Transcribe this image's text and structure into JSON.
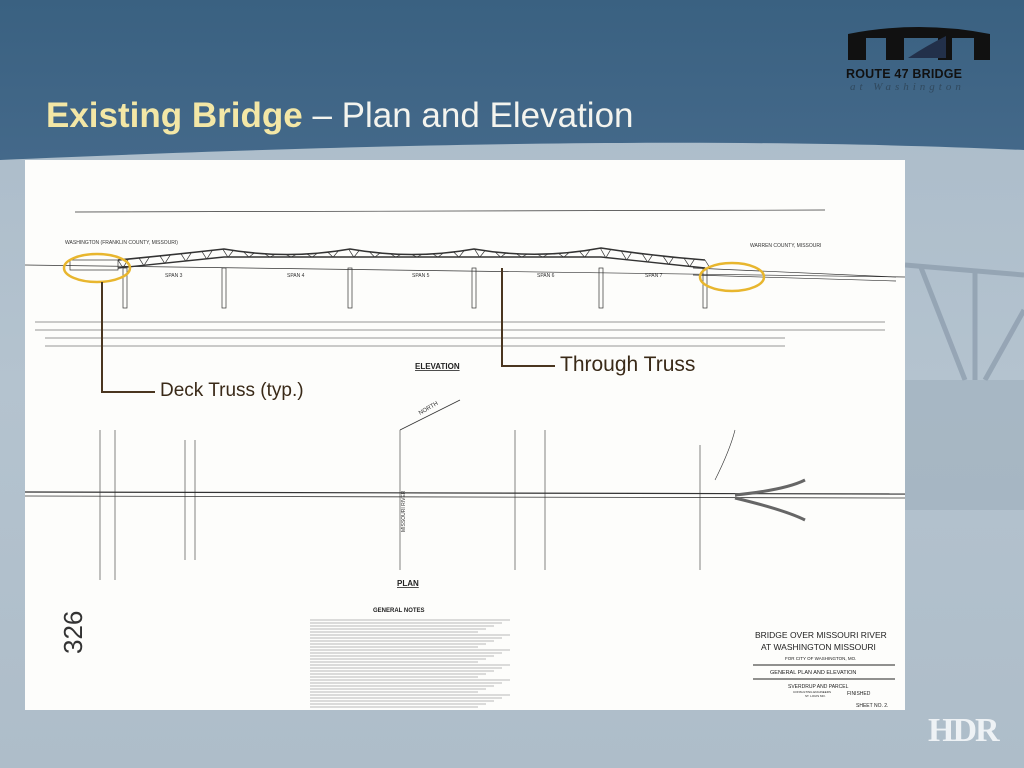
{
  "slide": {
    "title_bold": "Existing Bridge",
    "title_rest": " – Plan and Elevation",
    "logo": {
      "name": "ROUTE 47 BRIDGE",
      "sub": "at Washington"
    },
    "footer_logo": "HDR"
  },
  "annotations": {
    "through_truss": "Through  Truss",
    "deck_truss": "Deck Truss (typ.)",
    "highlight_color": "#e8b62e",
    "leader_color": "#4a3620"
  },
  "drawing": {
    "elevation_label": "ELEVATION",
    "plan_label": "PLAN",
    "general_notes_label": "GENERAL NOTES",
    "north_label": "NORTH",
    "river_label": "MISSOURI RIVER",
    "left_county": "WASHINGTON (FRANKLIN COUNTY, MISSOURI)",
    "right_county": "WARREN COUNTY, MISSOURI",
    "spans": [
      "SPAN 3",
      "SPAN 4",
      "SPAN 5",
      "SPAN 6",
      "SPAN 7"
    ],
    "sheet_number": "326",
    "title_block": {
      "line1": "BRIDGE OVER MISSOURI RIVER",
      "line2": "AT WASHINGTON  MISSOURI",
      "line3": "FOR CITY OF WASHINGTON, MO.",
      "line4": "GENERAL PLAN AND ELEVATION",
      "line5": "SVERDRUP AND PARCEL",
      "line6": "CONSULTING ENGINEERS",
      "line7": "ST. LOUIS MO.",
      "finished": "FINISHED",
      "sheet": "SHEET NO. 2."
    }
  }
}
